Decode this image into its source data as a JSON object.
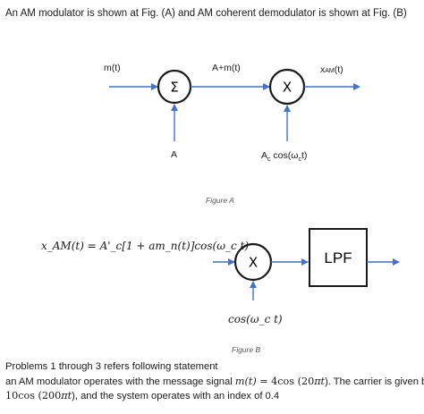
{
  "heading": "An AM modulator is shown at Fig. (A) and AM coherent demodulator is shown at Fig. (B)",
  "fig_a": {
    "input_label": "m(t)",
    "sum_symbol": "Σ",
    "mid_label": "A+m(t)",
    "mult_symbol": "X",
    "output_label_main": "x",
    "output_label_sub": "AM",
    "output_label_tail": "(t)",
    "sum_input_label": "A",
    "carrier_main": "A",
    "carrier_sub": "c",
    "carrier_mid": " cos(ω",
    "carrier_sub2": "c",
    "carrier_tail": "t)",
    "caption": "Figure A"
  },
  "fig_b": {
    "input_expr": "x_AM(t) = A'_c[1 + am_n(t)]cos(ω_c t)",
    "mult_symbol": "X",
    "lpf_label": "LPF",
    "carrier_expr": "cos(ω_c t)",
    "caption": "Figure B"
  },
  "problem": {
    "line1": "Problems 1 through 3 refers following statement",
    "line2_pre": "an AM modulator operates with the message signal ",
    "line2_m1": "m(t)",
    "line2_eq": " = 4cos (20",
    "line2_pi": "πt",
    "line2_post": "). The carrier is given by",
    "line3_pre": "10cos (200",
    "line3_pi": "πt",
    "line3_post": "), and the system operates with an index of 0.4"
  }
}
